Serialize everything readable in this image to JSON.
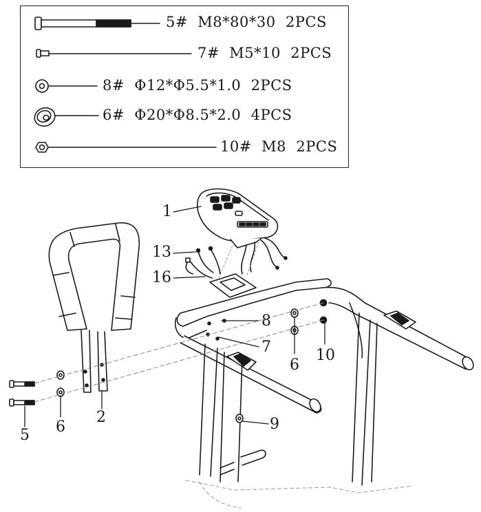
{
  "parts_list": [
    {
      "text": "5#  M8*80*30  2PCS",
      "icon": "long-bolt-icon"
    },
    {
      "text": "7#  M5*10  2PCS",
      "icon": "short-screw-icon"
    },
    {
      "text": "8#  Φ12*Φ5.5*1.0  2PCS",
      "icon": "flat-washer-icon"
    },
    {
      "text": "6#  Φ20*Φ8.5*2.0  4PCS",
      "icon": "curved-washer-icon"
    },
    {
      "text": "10#  M8  2PCS",
      "icon": "hex-nut-icon"
    }
  ],
  "callouts": {
    "c1": "1",
    "c13": "13",
    "c16": "16",
    "c8": "8",
    "c7": "7",
    "c6_right": "6",
    "c10": "10",
    "c9": "9",
    "c2": "2",
    "c5": "5",
    "c6_left": "6"
  },
  "colors": {
    "line": "#1a1a1a",
    "fill": "#ffffff",
    "shade": "#cccccc"
  }
}
